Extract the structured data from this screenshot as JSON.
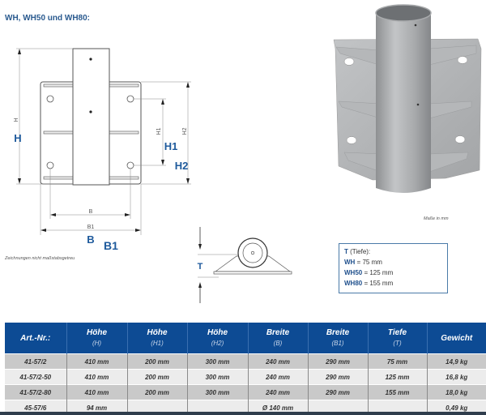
{
  "title": "WH, WH50 und WH80:",
  "front_view": {
    "dim_labels_small": {
      "H": "H",
      "H1": "H1",
      "H2": "H2",
      "B": "B",
      "B1": "B1"
    },
    "dim_labels_big": {
      "H": "H",
      "H1": "H1",
      "H2": "H2",
      "B": "B",
      "B1": "B1"
    }
  },
  "side_view": {
    "dim_label": "T"
  },
  "drawing_note": "Zeichnungen nicht maßstabsgetreu",
  "units_note": "Maße in mm",
  "depth_box": {
    "heading_bold": "T",
    "heading_rest": " (Tiefe):",
    "rows": [
      {
        "model": "WH",
        "value": " = 75 mm"
      },
      {
        "model": "WH50",
        "value": " = 125 mm"
      },
      {
        "model": "WH80",
        "value": " = 155 mm"
      }
    ]
  },
  "table": {
    "headers": [
      {
        "label": "Art.-Nr.:",
        "sub": ""
      },
      {
        "label": "Höhe",
        "sub": "(H)"
      },
      {
        "label": "Höhe",
        "sub": "(H1)"
      },
      {
        "label": "Höhe",
        "sub": "(H2)"
      },
      {
        "label": "Breite",
        "sub": "(B)"
      },
      {
        "label": "Breite",
        "sub": "(B1)"
      },
      {
        "label": "Tiefe",
        "sub": "(T)"
      },
      {
        "label": "Gewicht",
        "sub": ""
      }
    ],
    "rows": [
      [
        "41-57/2",
        "410 mm",
        "200 mm",
        "300 mm",
        "240 mm",
        "290 mm",
        "75 mm",
        "14,9 kg"
      ],
      [
        "41-57/2-50",
        "410 mm",
        "200 mm",
        "300 mm",
        "240 mm",
        "290 mm",
        "125 mm",
        "16,8 kg"
      ],
      [
        "41-57/2-80",
        "410 mm",
        "200 mm",
        "300 mm",
        "240 mm",
        "290 mm",
        "155 mm",
        "18,0 kg"
      ],
      [
        "45-57/6",
        "94 mm",
        "",
        "",
        "Ø 140 mm",
        "",
        "",
        "0,49 kg"
      ]
    ]
  }
}
